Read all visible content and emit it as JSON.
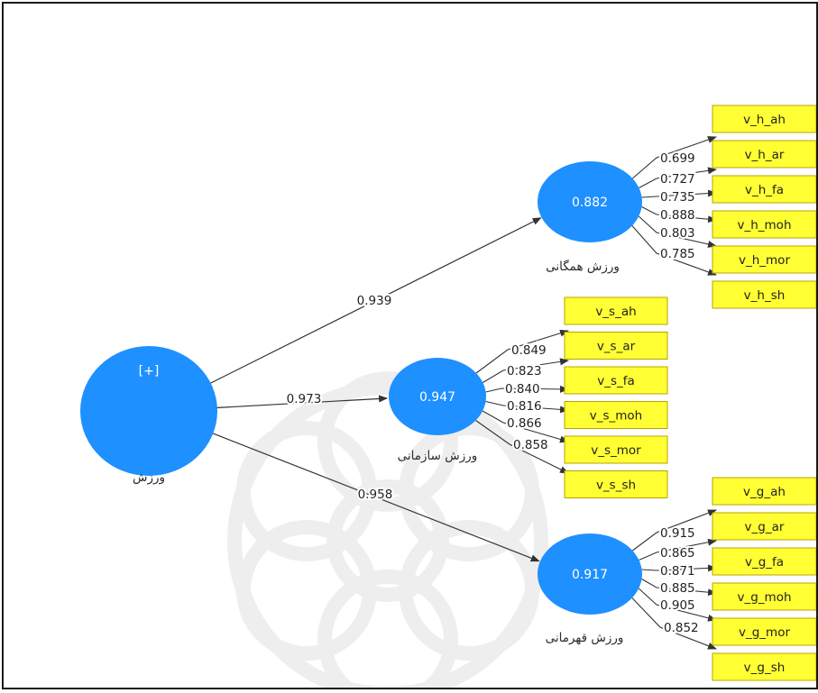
{
  "diagram": {
    "colors": {
      "construct": "#1e90ff",
      "indicator_fill": "#ffff33",
      "indicator_border": "#b8a400",
      "arrow": "#333333",
      "frame": "#1a1a1a"
    },
    "root": {
      "label": "ورزش",
      "badge": "[+]"
    },
    "constructs": [
      {
        "id": "h",
        "label": "ورزش همگانی",
        "r2": "0.882",
        "path": "0.939",
        "indicators": [
          {
            "name": "v_h_ah",
            "loading": "0.699"
          },
          {
            "name": "v_h_ar",
            "loading": "0.727"
          },
          {
            "name": "v_h_fa",
            "loading": "0.735"
          },
          {
            "name": "v_h_moh",
            "loading": "0.888"
          },
          {
            "name": "v_h_mor",
            "loading": "0.803"
          },
          {
            "name": "v_h_sh",
            "loading": "0.785"
          }
        ]
      },
      {
        "id": "s",
        "label": "ورزش سازمانی",
        "r2": "0.947",
        "path": "0.973",
        "indicators": [
          {
            "name": "v_s_ah",
            "loading": "0.849"
          },
          {
            "name": "v_s_ar",
            "loading": "0.823"
          },
          {
            "name": "v_s_fa",
            "loading": "0.840"
          },
          {
            "name": "v_s_moh",
            "loading": "0.816"
          },
          {
            "name": "v_s_mor",
            "loading": "0.866"
          },
          {
            "name": "v_s_sh",
            "loading": "0.858"
          }
        ]
      },
      {
        "id": "g",
        "label": "ورزش قهرمانی",
        "r2": "0.917",
        "path": "0.958",
        "indicators": [
          {
            "name": "v_g_ah",
            "loading": "0.915"
          },
          {
            "name": "v_g_ar",
            "loading": "0.865"
          },
          {
            "name": "v_g_fa",
            "loading": "0.871"
          },
          {
            "name": "v_g_moh",
            "loading": "0.885"
          },
          {
            "name": "v_g_mor",
            "loading": "0.905"
          },
          {
            "name": "v_g_sh",
            "loading": "0.852"
          }
        ]
      }
    ]
  }
}
